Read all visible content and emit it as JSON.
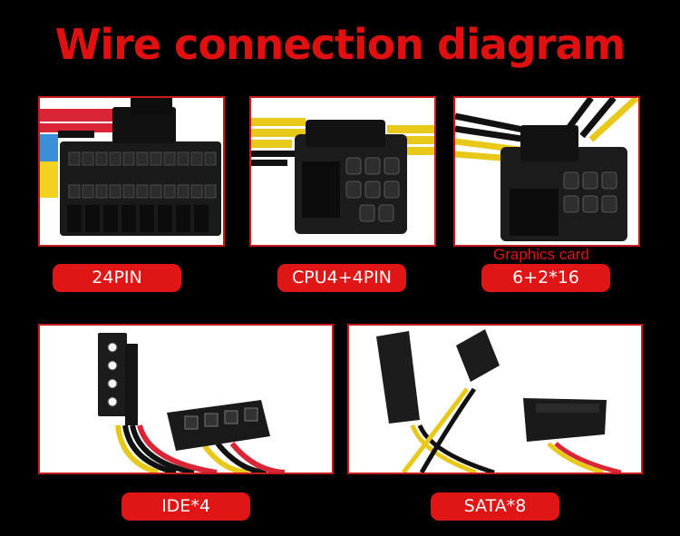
{
  "title": "Wire connection diagram",
  "panels": [
    {
      "label": "24PIN"
    },
    {
      "label": "CPU4+4PIN"
    },
    {
      "label": "6+2*16",
      "caption": "Graphics card"
    },
    {
      "label": "IDE*4"
    },
    {
      "label": "SATA*8"
    }
  ],
  "colors": {
    "accent": "#e01515",
    "background": "#000000"
  }
}
